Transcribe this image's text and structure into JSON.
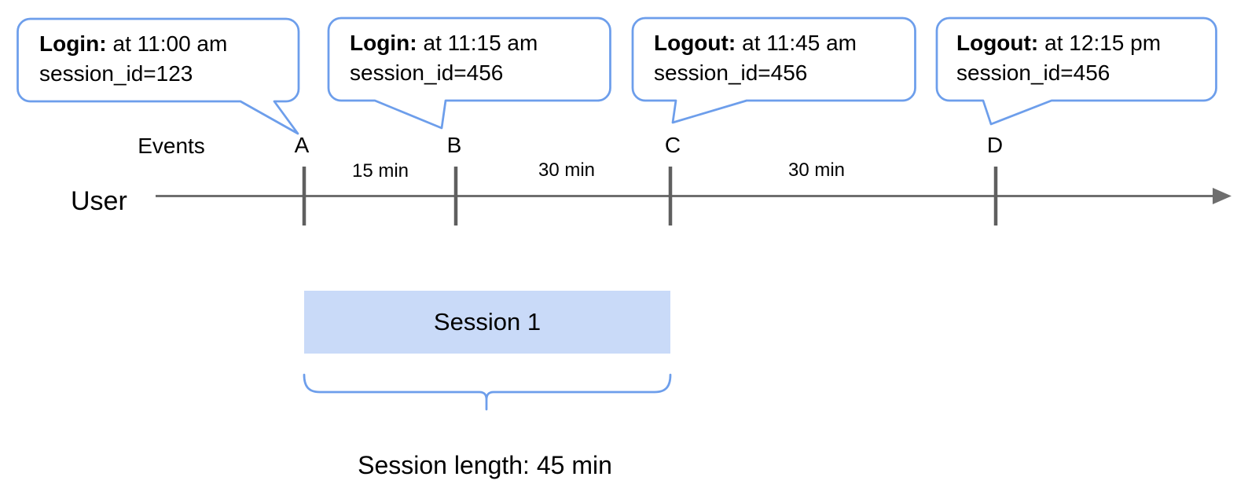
{
  "colors": {
    "callout_blue": "#6d9eeb",
    "session_fill": "#c9daf8",
    "timeline_gray": "#6e6e6e",
    "tick_gray": "#5f5f5f",
    "text_black": "#000000"
  },
  "callouts": [
    {
      "event_label": "Login:",
      "time_text": "at 11:00 am",
      "session_text": "session_id=123"
    },
    {
      "event_label": "Login:",
      "time_text": "at 11:15 am",
      "session_text": "session_id=456"
    },
    {
      "event_label": "Logout:",
      "time_text": "at 11:45 am",
      "session_text": "session_id=456"
    },
    {
      "event_label": "Logout:",
      "time_text": "at 12:15 pm",
      "session_text": "session_id=456"
    }
  ],
  "timeline": {
    "events_label": "Events",
    "axis_label": "User",
    "events": [
      {
        "letter": "A"
      },
      {
        "letter": "B"
      },
      {
        "letter": "C"
      },
      {
        "letter": "D"
      }
    ],
    "intervals": [
      {
        "label": "15 min"
      },
      {
        "label": "30 min"
      },
      {
        "label": "30 min"
      }
    ]
  },
  "session": {
    "box_label": "Session 1",
    "length_label": "Session length: 45 min"
  }
}
